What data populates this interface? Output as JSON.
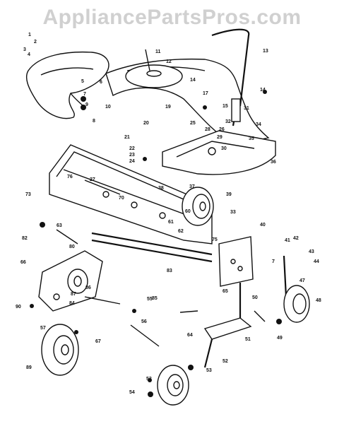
{
  "watermark": "AppliancePartsPros.com",
  "part_labels": [
    {
      "id": "l1",
      "text": "1"
    },
    {
      "id": "l2",
      "text": "2"
    },
    {
      "id": "l3",
      "text": "3"
    },
    {
      "id": "l4",
      "text": "4"
    },
    {
      "id": "l5",
      "text": "5"
    },
    {
      "id": "l6",
      "text": "6"
    },
    {
      "id": "l7",
      "text": "7"
    },
    {
      "id": "l7b",
      "text": "7"
    },
    {
      "id": "l8",
      "text": "8"
    },
    {
      "id": "l9",
      "text": "9"
    },
    {
      "id": "l10",
      "text": "10"
    },
    {
      "id": "l11",
      "text": "11"
    },
    {
      "id": "l12",
      "text": "12"
    },
    {
      "id": "l13",
      "text": "13"
    },
    {
      "id": "l14",
      "text": "14"
    },
    {
      "id": "l14b",
      "text": "14"
    },
    {
      "id": "l15",
      "text": "15"
    },
    {
      "id": "l17",
      "text": "17"
    },
    {
      "id": "l19",
      "text": "19"
    },
    {
      "id": "l20",
      "text": "20"
    },
    {
      "id": "l21",
      "text": "21"
    },
    {
      "id": "l22",
      "text": "22"
    },
    {
      "id": "l23",
      "text": "23"
    },
    {
      "id": "l24",
      "text": "24"
    },
    {
      "id": "l25",
      "text": "25"
    },
    {
      "id": "l26",
      "text": "26"
    },
    {
      "id": "l27",
      "text": "27"
    },
    {
      "id": "l28",
      "text": "28"
    },
    {
      "id": "l29",
      "text": "29"
    },
    {
      "id": "l30",
      "text": "30"
    },
    {
      "id": "l31",
      "text": "31"
    },
    {
      "id": "l32",
      "text": "32"
    },
    {
      "id": "l33",
      "text": "33"
    },
    {
      "id": "l34",
      "text": "34"
    },
    {
      "id": "l35",
      "text": "35"
    },
    {
      "id": "l36",
      "text": "36"
    },
    {
      "id": "l37",
      "text": "37"
    },
    {
      "id": "l38",
      "text": "38"
    },
    {
      "id": "l39",
      "text": "39"
    },
    {
      "id": "l40",
      "text": "40"
    },
    {
      "id": "l41",
      "text": "41"
    },
    {
      "id": "l42",
      "text": "42"
    },
    {
      "id": "l43",
      "text": "43"
    },
    {
      "id": "l44",
      "text": "44"
    },
    {
      "id": "l47",
      "text": "47"
    },
    {
      "id": "l48",
      "text": "48"
    },
    {
      "id": "l49",
      "text": "49"
    },
    {
      "id": "l50",
      "text": "50"
    },
    {
      "id": "l51",
      "text": "51"
    },
    {
      "id": "l52",
      "text": "52"
    },
    {
      "id": "l53",
      "text": "53"
    },
    {
      "id": "l53b",
      "text": "53"
    },
    {
      "id": "l54",
      "text": "54"
    },
    {
      "id": "l55",
      "text": "55"
    },
    {
      "id": "l56",
      "text": "56"
    },
    {
      "id": "l57",
      "text": "57"
    },
    {
      "id": "l60",
      "text": "60"
    },
    {
      "id": "l61",
      "text": "61"
    },
    {
      "id": "l62",
      "text": "62"
    },
    {
      "id": "l63",
      "text": "63"
    },
    {
      "id": "l64",
      "text": "64"
    },
    {
      "id": "l65",
      "text": "65"
    },
    {
      "id": "l66",
      "text": "66"
    },
    {
      "id": "l67",
      "text": "67"
    },
    {
      "id": "l70",
      "text": "70"
    },
    {
      "id": "l73",
      "text": "73"
    },
    {
      "id": "l75",
      "text": "75"
    },
    {
      "id": "l76",
      "text": "76"
    },
    {
      "id": "l80",
      "text": "80"
    },
    {
      "id": "l82",
      "text": "82"
    },
    {
      "id": "l83",
      "text": "83"
    },
    {
      "id": "l84",
      "text": "84"
    },
    {
      "id": "l85",
      "text": "85"
    },
    {
      "id": "l86",
      "text": "86"
    },
    {
      "id": "l87",
      "text": "87"
    },
    {
      "id": "l89",
      "text": "89"
    },
    {
      "id": "l90",
      "text": "90"
    }
  ]
}
